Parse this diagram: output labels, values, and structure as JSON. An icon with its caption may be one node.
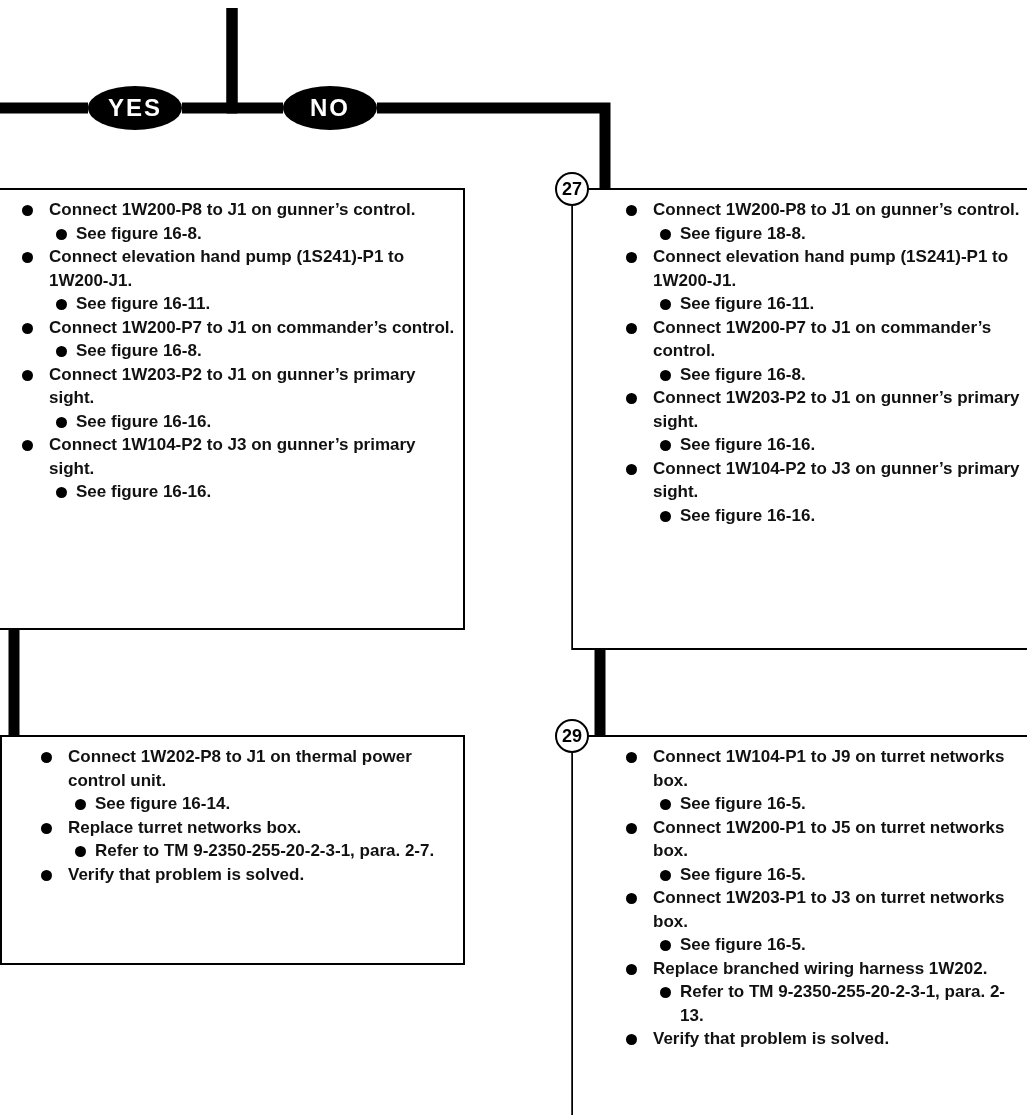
{
  "diagram": {
    "nodes": [
      {
        "text": [
          "YES"
        ]
      },
      {
        "text": [
          "NO"
        ]
      },
      {
        "text": [
          "Connect 1W200-P8 to J1 on gunner’s control.",
          "See figure 16-8.",
          "Connect elevation hand pump (1S241)-P1 to 1W200-J1.",
          "See figure 16-11.",
          "Connect 1W200-P7 to J1 on commander’s control.",
          "See figure 16-8.",
          "Connect 1W203-P2 to J1 on gunner’s primary sight.",
          "See figure 16-16.",
          "Connect 1W104-P2 to J3 on gunner’s primary sight.",
          "See figure 16-16."
        ]
      },
      {
        "text": [
          "27"
        ]
      },
      {
        "text": [
          "Connect 1W200-P8 to J1 on gunner’s control.",
          "See figure 18-8.",
          "Connect elevation hand pump (1S241)-P1 to 1W200-J1.",
          "See figure 16-11.",
          "Connect 1W200-P7 to J1 on commander’s control.",
          "See figure 16-8.",
          "Connect 1W203-P2 to J1 on gunner’s primary sight.",
          "See figure 16-16.",
          "Connect 1W104-P2 to J3 on gunner’s primary sight.",
          "See figure 16-16."
        ]
      },
      {
        "text": [
          "Connect 1W202-P8 to J1 on thermal power control unit.",
          "See figure 16-14.",
          "Replace turret networks box.",
          "Refer to TM 9-2350-255-20-2-3-1, para. 2-7.",
          "Verify that problem is solved."
        ]
      },
      {
        "text": [
          "29"
        ]
      },
      {
        "text": [
          "Connect 1W104-P1 to J9 on turret networks box.",
          "See figure 16-5.",
          "Connect 1W200-P1 to J5 on turret networks box.",
          "See figure 16-5.",
          "Connect 1W203-P1 to J3 on turret networks box.",
          "See figure 16-5.",
          "Replace branched wiring harness 1W202.",
          "Refer to TM 9-2350-255-20-2-3-1, para. 2-13.",
          "Verify that problem is solved."
        ]
      }
    ],
    "edges": [
      {
        "from": null,
        "to": 0,
        "arrow": "none"
      },
      {
        "from": null,
        "to": 1,
        "arrow": "none"
      },
      {
        "from": 0,
        "to": null,
        "arrow": "none"
      },
      {
        "from": 1,
        "to": 4,
        "arrow": "none"
      },
      {
        "from": 2,
        "to": 5,
        "arrow": "none"
      },
      {
        "from": 4,
        "to": 7,
        "arrow": "none"
      }
    ]
  }
}
